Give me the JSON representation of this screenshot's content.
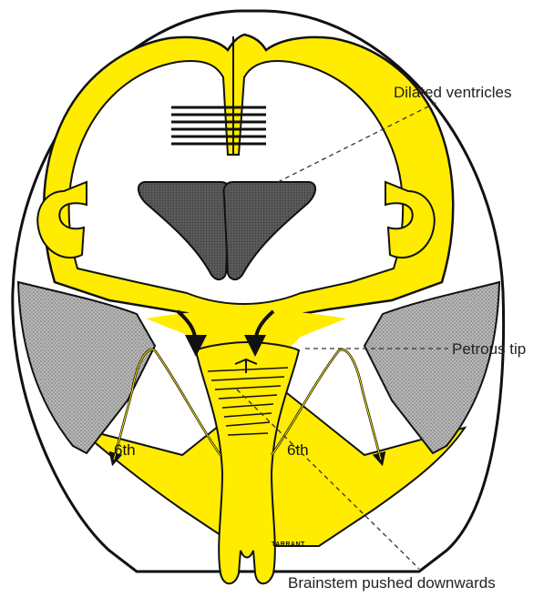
{
  "labels": {
    "ventricles": "Dilated ventricles",
    "petrous": "Petrous tip",
    "brainstem": "Brainstem pushed downwards",
    "nerve_left": "6th",
    "nerve_right": "6th"
  },
  "signature": "TARRANT",
  "colors": {
    "brain_yellow": "#ffec00",
    "ventricle_gray": "#555555",
    "petrous_gray": "#a9a9a9",
    "outline": "#111111"
  }
}
